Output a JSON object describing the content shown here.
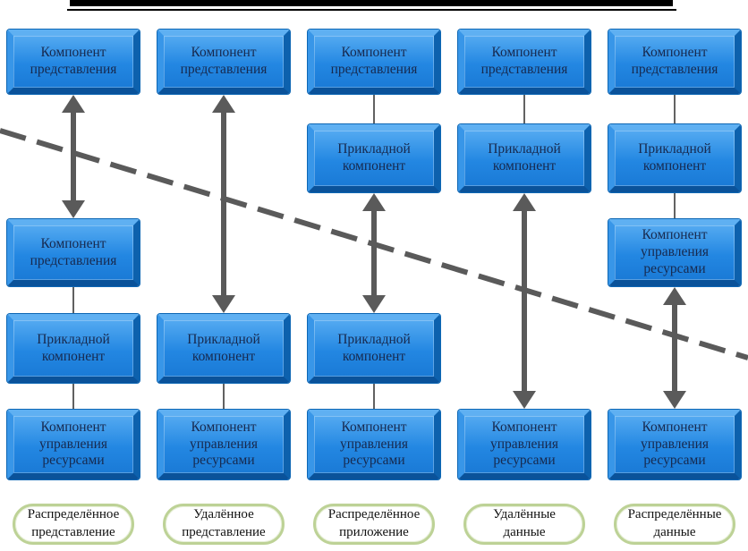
{
  "diagram": {
    "node_labels": {
      "presentation": "Компонент\nпредставления",
      "application": "Прикладной\nкомпонент",
      "resources": "Компонент\nуправления\nресурсами"
    },
    "columns": [
      {
        "caption": "Распределённое\nпредставление",
        "boxes": [
          {
            "row": 1,
            "type": "presentation"
          },
          {
            "row": 3,
            "type": "presentation"
          },
          {
            "row": 4,
            "type": "application"
          },
          {
            "row": 5,
            "type": "resources"
          }
        ],
        "links": [
          {
            "kind": "arrow",
            "from": 1,
            "to": 3
          },
          {
            "kind": "line",
            "from": 3,
            "to": 4
          },
          {
            "kind": "line",
            "from": 4,
            "to": 5
          }
        ]
      },
      {
        "caption": "Удалённое\nпредставление",
        "boxes": [
          {
            "row": 1,
            "type": "presentation"
          },
          {
            "row": 4,
            "type": "application"
          },
          {
            "row": 5,
            "type": "resources"
          }
        ],
        "links": [
          {
            "kind": "arrow",
            "from": 1,
            "to": 4
          },
          {
            "kind": "line",
            "from": 4,
            "to": 5
          }
        ]
      },
      {
        "caption": "Распределённое\nприложение",
        "boxes": [
          {
            "row": 1,
            "type": "presentation"
          },
          {
            "row": 2,
            "type": "application"
          },
          {
            "row": 4,
            "type": "application"
          },
          {
            "row": 5,
            "type": "resources"
          }
        ],
        "links": [
          {
            "kind": "line",
            "from": 1,
            "to": 2
          },
          {
            "kind": "arrow",
            "from": 2,
            "to": 4
          },
          {
            "kind": "line",
            "from": 4,
            "to": 5
          }
        ]
      },
      {
        "caption": "Удалённые\nданные",
        "boxes": [
          {
            "row": 1,
            "type": "presentation"
          },
          {
            "row": 2,
            "type": "application"
          },
          {
            "row": 5,
            "type": "resources"
          }
        ],
        "links": [
          {
            "kind": "line",
            "from": 1,
            "to": 2
          },
          {
            "kind": "arrow",
            "from": 2,
            "to": 5
          }
        ]
      },
      {
        "caption": "Распределённые\nданные",
        "boxes": [
          {
            "row": 1,
            "type": "presentation"
          },
          {
            "row": 2,
            "type": "application"
          },
          {
            "row": 3,
            "type": "resources"
          },
          {
            "row": 5,
            "type": "resources"
          }
        ],
        "links": [
          {
            "kind": "line",
            "from": 1,
            "to": 2
          },
          {
            "kind": "line",
            "from": 2,
            "to": 3
          },
          {
            "kind": "arrow",
            "from": 3,
            "to": 5
          }
        ]
      }
    ],
    "colors": {
      "box_face_top": "#54aaf1",
      "box_face_bottom": "#1a7ad6",
      "box_bevel_light": "#5fb0f2",
      "box_bevel_dark": "#0a529a",
      "box_text": "#17294e",
      "connector_gray": "#5a5a5a",
      "caption_border": "#bdd296",
      "caption_text": "#111111",
      "rule_black": "#000000"
    }
  }
}
